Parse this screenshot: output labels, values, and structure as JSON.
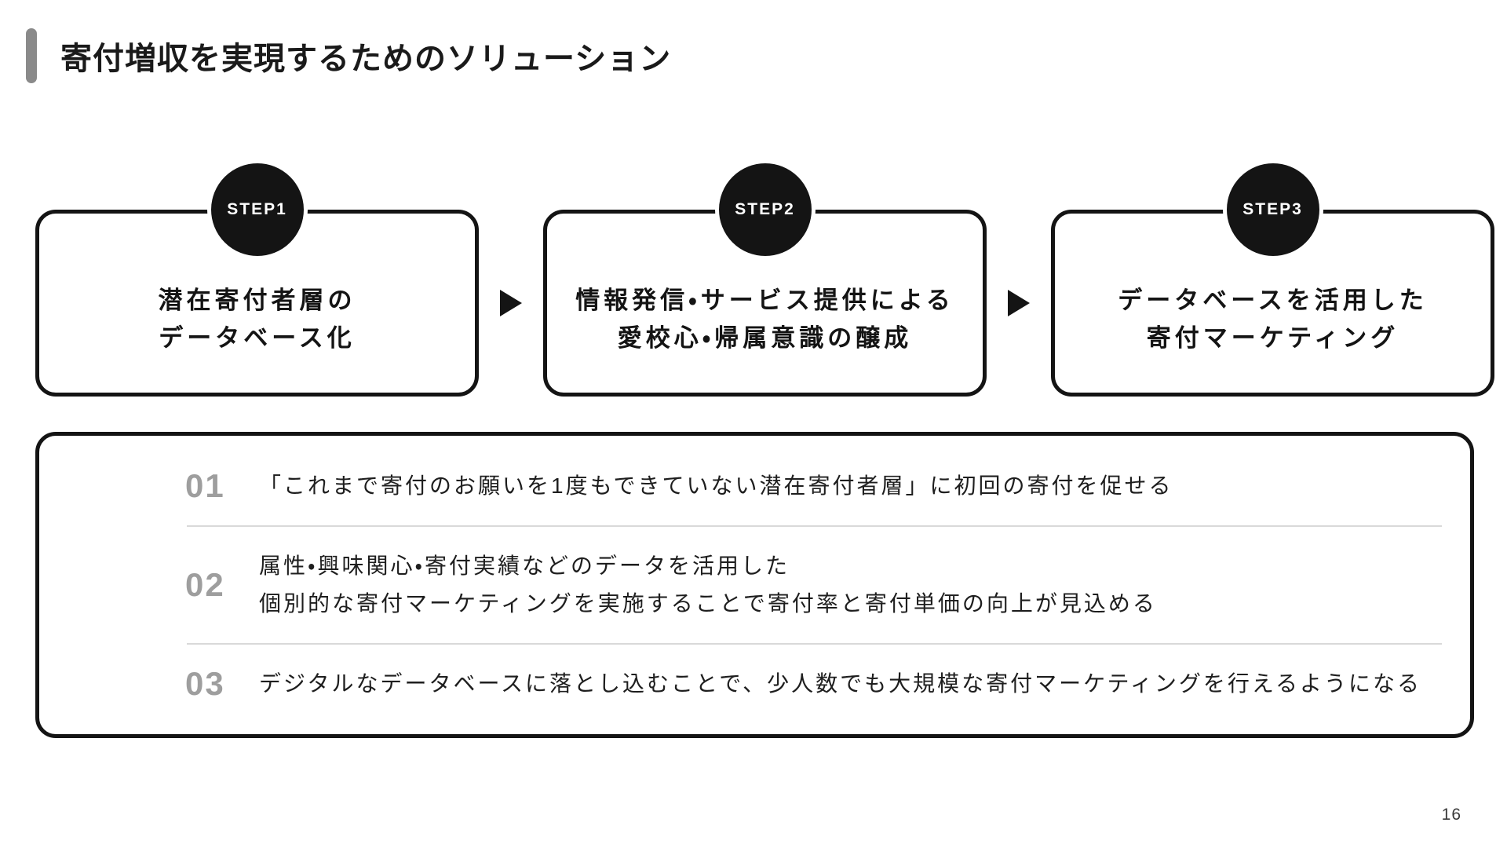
{
  "slide": {
    "title": "寄付増収を実現するためのソリューション",
    "page_number": "16"
  },
  "colors": {
    "main_black": "#141414",
    "title_bar_gray": "#8a8a8a",
    "point_number_gray": "#9e9e9e",
    "divider_gray": "#d9d9d9",
    "background": "#ffffff"
  },
  "steps": [
    {
      "badge": "STEP1",
      "lines": [
        "潜在寄付者層の",
        "データベース化"
      ]
    },
    {
      "badge": "STEP2",
      "lines": [
        "情報発信・サービス提供による",
        "愛校心・帰属意識の醸成"
      ]
    },
    {
      "badge": "STEP3",
      "lines": [
        "データベースを活用した",
        "寄付マーケティング"
      ]
    }
  ],
  "points": [
    {
      "number": "01",
      "lines": [
        "「これまで寄付のお願いを1度もできていない潜在寄付者層」に初回の寄付を促せる"
      ]
    },
    {
      "number": "02",
      "lines": [
        "属性・興味関心・寄付実績などのデータを活用した",
        "個別的な寄付マーケティングを実施することで寄付率と寄付単価の向上が見込める"
      ]
    },
    {
      "number": "03",
      "lines": [
        "デジタルなデータベースに落とし込むことで、少人数でも大規模な寄付マーケティングを行えるようになる"
      ]
    }
  ]
}
